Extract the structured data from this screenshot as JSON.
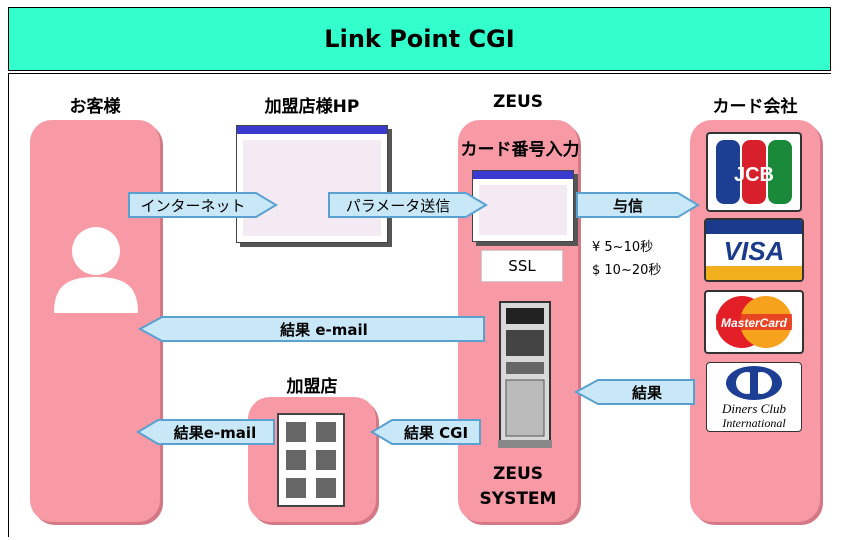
{
  "title": "Link Point CGI",
  "columns": {
    "customer": "お客様",
    "merchant_hp": "加盟店様HP",
    "zeus": "ZEUS",
    "card_company": "カード会社"
  },
  "card_number_input": "カード番号入力",
  "ssl": "SSL",
  "rates": {
    "yen": "¥  5~10秒",
    "dollar": "$  10~20秒"
  },
  "arrows": {
    "internet": "インターネット",
    "parameter_send": "パラメータ送信",
    "credit": "与信",
    "result_email": "結果  e-mail",
    "result": "結果",
    "result_cgi": "結果  CGI",
    "result_email_merchant": "結果e-mail"
  },
  "merchant_label": "加盟店",
  "zeus_system": {
    "line1": "ZEUS",
    "line2": "SYSTEM"
  },
  "cards": {
    "jcb": "JCB",
    "visa": "VISA",
    "mastercard": "MasterCard",
    "diners": {
      "line1": "Diners Club",
      "line2": "International"
    }
  },
  "colors": {
    "title_bg": "#33ffcc",
    "column_bg": "#f79aa6",
    "arrow_fill": "#c8e8f8",
    "arrow_stroke": "#5aa0d0"
  }
}
